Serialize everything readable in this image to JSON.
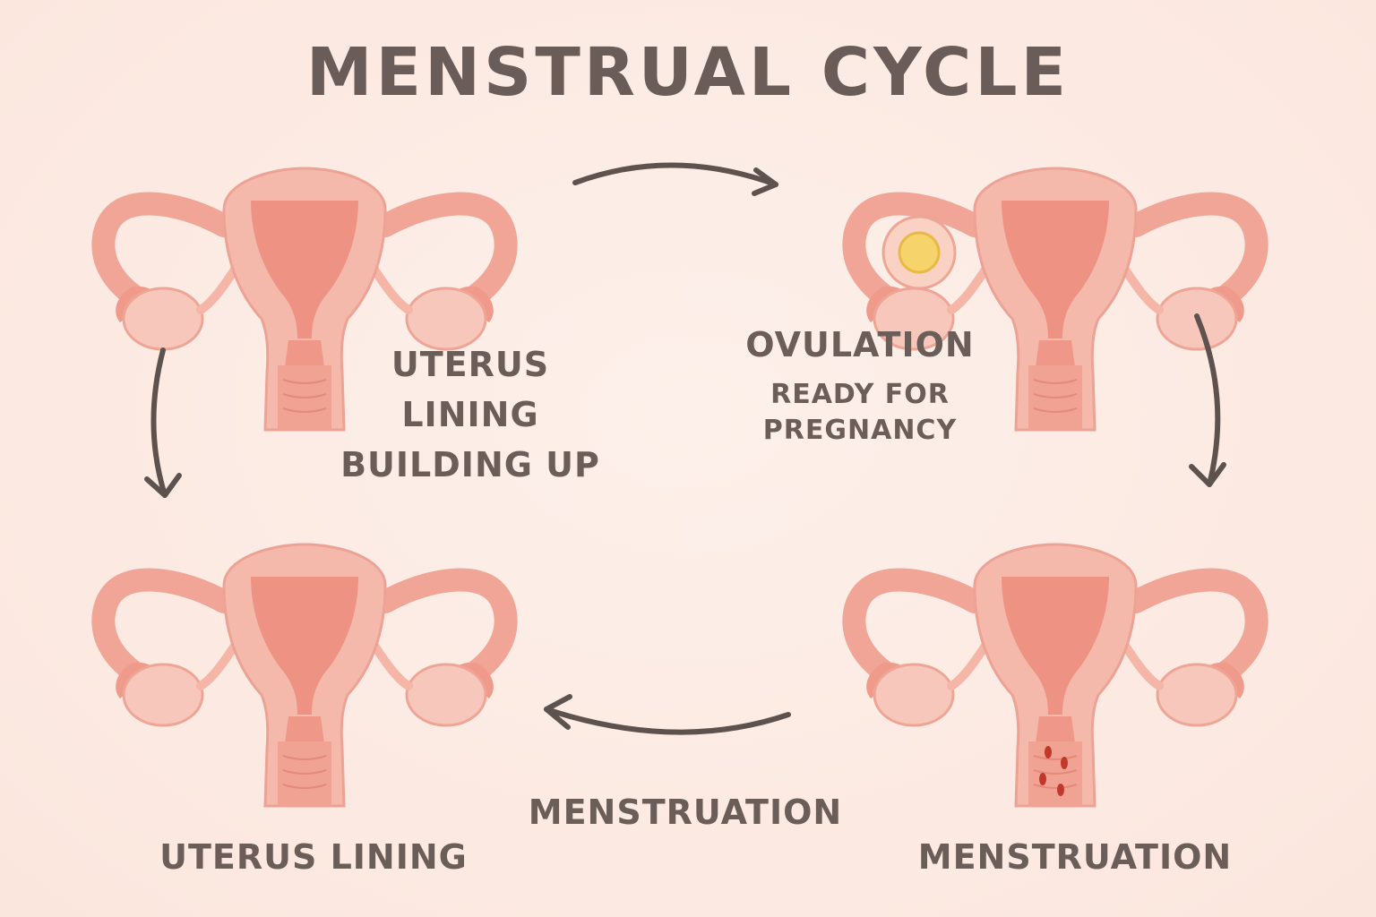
{
  "title": "MENSTRUAL CYCLE",
  "stages": {
    "top_left": {
      "lines": [
        "UTERUS",
        "LINING",
        "BUILDING UP"
      ]
    },
    "top_right": {
      "title": "OVULATION",
      "lines": [
        "READY FOR",
        "PREGNANCY"
      ],
      "marker_icon": "egg-follicle-icon"
    },
    "bottom_right": {
      "title": "MENSTRUATION",
      "marker_icon": "blood-drops-icon"
    },
    "bottom_left": {
      "title": "UTERUS LINING"
    }
  },
  "transitions": {
    "bottom_center_label": "MENSTRUATION"
  },
  "colors": {
    "background": "#fce9e1",
    "uterus_outer": "#f5b6a8",
    "uterus_inner": "#ef9586",
    "uterus_edge": "#ea8c7c",
    "ovary": "#f7c7bb",
    "egg": "#f7d36b",
    "blood": "#c0392b",
    "text": "#6b5d58",
    "arrow": "#5e524e"
  }
}
